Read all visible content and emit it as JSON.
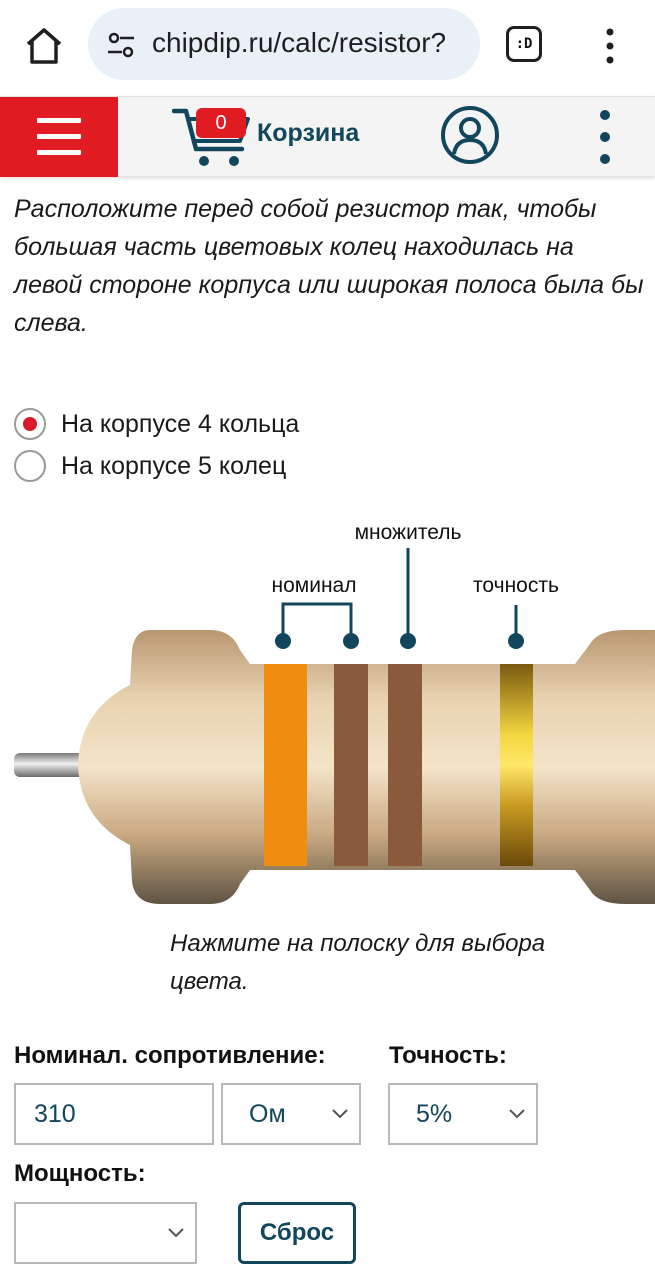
{
  "browser": {
    "url": "chipdip.ru/calc/resistor?"
  },
  "tabs_label": ":D",
  "header": {
    "cart_count": "0",
    "cart_label": "Корзина"
  },
  "instructions": "Расположите перед собой резистор так, чтобы большая часть цветовых колец находилась на левой стороне корпуса или широкая полоса была бы слева.",
  "options": [
    {
      "label": "На корпусе 4 кольца",
      "checked": true
    },
    {
      "label": "На корпусе 5 колец",
      "checked": false
    }
  ],
  "resistor": {
    "labels": {
      "nominal": "номинал",
      "multiplier": "множитель",
      "tolerance": "точность"
    },
    "bands": [
      {
        "role": "digit-1",
        "color": "#f08c10"
      },
      {
        "role": "digit-2",
        "color": "#8b5a3c"
      },
      {
        "role": "multiplier",
        "color": "#8b5a3c"
      },
      {
        "role": "tolerance",
        "color": "#c9a020"
      }
    ],
    "body_color": "#d9b98f"
  },
  "hint": "Нажмите на полоску для выбора цвета.",
  "form": {
    "resistance_label": "Номинал. сопротивление:",
    "resistance_value": "310",
    "unit_value": "Ом",
    "tolerance_label": "Точность:",
    "tolerance_value": "5%",
    "power_label": "Мощность:",
    "power_value": "",
    "reset_label": "Сброс"
  },
  "colors": {
    "accent_red": "#e11b22",
    "brand_blue": "#12465c"
  }
}
